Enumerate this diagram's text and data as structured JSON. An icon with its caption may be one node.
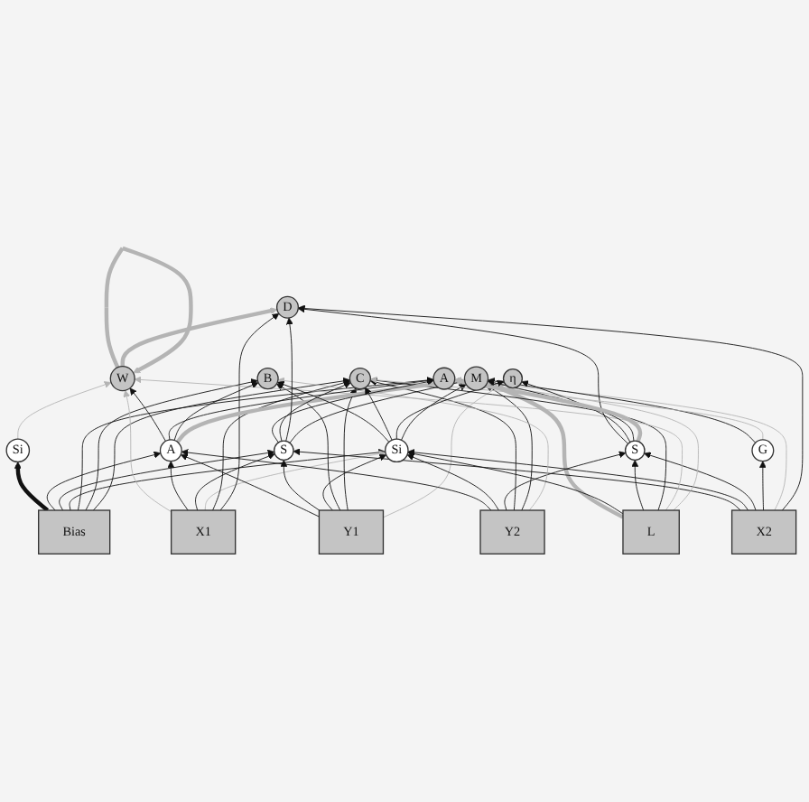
{
  "diagram": {
    "nodes": [
      {
        "text": [
          "W"
        ]
      },
      {
        "text": [
          "A"
        ]
      },
      {
        "text": [
          "B"
        ]
      },
      {
        "text": [
          "C"
        ]
      },
      {
        "text": [
          "D"
        ]
      },
      {
        "text": [
          "η"
        ]
      },
      {
        "text": [
          "M"
        ]
      },
      {
        "text": [
          "Si"
        ]
      },
      {
        "text": [
          "A"
        ]
      },
      {
        "text": [
          "S"
        ]
      },
      {
        "text": [
          "Si"
        ]
      },
      {
        "text": [
          "S"
        ]
      },
      {
        "text": [
          "G"
        ]
      },
      {
        "text": [
          "Bias"
        ]
      },
      {
        "text": [
          "X1"
        ]
      },
      {
        "text": [
          "Y1"
        ]
      },
      {
        "text": [
          "X2"
        ]
      },
      {
        "text": [
          "Y2"
        ]
      },
      {
        "text": [
          "L"
        ]
      }
    ],
    "edges": [
      {
        "from": 0,
        "to": 0,
        "arrow": "to",
        "style": "thick",
        "color": "#b4b4b4"
      },
      {
        "from": 0,
        "to": 4,
        "arrow": "to",
        "style": "thick",
        "color": "#b4b4b4"
      },
      {
        "from": 13,
        "to": 7,
        "arrow": "to",
        "style": "thick"
      },
      {
        "from": 7,
        "to": 0,
        "arrow": "to",
        "color": "#b4b4b4"
      },
      {
        "from": 18,
        "to": 6,
        "arrow": "to",
        "style": "thick",
        "color": "#b4b4b4"
      },
      {
        "from": 13,
        "to": 8,
        "arrow": "to"
      },
      {
        "from": 13,
        "to": 9,
        "arrow": "to"
      },
      {
        "from": 13,
        "to": 10,
        "arrow": "to"
      },
      {
        "from": 13,
        "to": 1,
        "arrow": "to"
      },
      {
        "from": 13,
        "to": 2,
        "arrow": "to"
      },
      {
        "from": 13,
        "to": 3,
        "arrow": "to"
      },
      {
        "from": 14,
        "to": 0,
        "arrow": "to",
        "color": "#b4b4b4"
      },
      {
        "from": 14,
        "to": 8,
        "arrow": "to"
      },
      {
        "from": 14,
        "to": 9,
        "arrow": "to"
      },
      {
        "from": 14,
        "to": 10,
        "arrow": "to",
        "color": "#b4b4b4"
      },
      {
        "from": 14,
        "to": 3,
        "arrow": "to"
      },
      {
        "from": 14,
        "to": 4,
        "arrow": "to"
      },
      {
        "from": 15,
        "to": 8,
        "arrow": "to"
      },
      {
        "from": 15,
        "to": 9,
        "arrow": "to"
      },
      {
        "from": 15,
        "to": 10,
        "arrow": "to"
      },
      {
        "from": 15,
        "to": 2,
        "arrow": "to"
      },
      {
        "from": 15,
        "to": 3,
        "arrow": "to"
      },
      {
        "from": 15,
        "to": 5,
        "arrow": "to",
        "color": "#b4b4b4"
      },
      {
        "from": 16,
        "to": 9,
        "arrow": "to"
      },
      {
        "from": 16,
        "to": 10,
        "arrow": "to"
      },
      {
        "from": 16,
        "to": 11,
        "arrow": "to"
      },
      {
        "from": 16,
        "to": 12,
        "arrow": "to"
      },
      {
        "from": 16,
        "to": 1,
        "arrow": "to",
        "color": "#b4b4b4"
      },
      {
        "from": 16,
        "to": 4,
        "arrow": "to"
      },
      {
        "from": 17,
        "to": 8,
        "arrow": "to"
      },
      {
        "from": 17,
        "to": 10,
        "arrow": "to"
      },
      {
        "from": 17,
        "to": 11,
        "arrow": "to"
      },
      {
        "from": 17,
        "to": 3,
        "arrow": "to"
      },
      {
        "from": 17,
        "to": 6,
        "arrow": "to"
      },
      {
        "from": 17,
        "to": 2,
        "arrow": "to",
        "color": "#b4b4b4"
      },
      {
        "from": 18,
        "to": 10,
        "arrow": "to"
      },
      {
        "from": 18,
        "to": 11,
        "arrow": "to"
      },
      {
        "from": 18,
        "to": 3,
        "arrow": "to"
      },
      {
        "from": 18,
        "to": 0,
        "arrow": "to",
        "color": "#b4b4b4"
      },
      {
        "from": 18,
        "to": 1,
        "arrow": "to",
        "color": "#b4b4b4"
      },
      {
        "from": 8,
        "to": 0,
        "arrow": "to"
      },
      {
        "from": 8,
        "to": 1,
        "arrow": "to"
      },
      {
        "from": 8,
        "to": 2,
        "arrow": "to"
      },
      {
        "from": 8,
        "to": 6,
        "arrow": "to",
        "style": "thick",
        "color": "#b4b4b4"
      },
      {
        "from": 9,
        "to": 1,
        "arrow": "to"
      },
      {
        "from": 9,
        "to": 3,
        "arrow": "to"
      },
      {
        "from": 9,
        "to": 4,
        "arrow": "to"
      },
      {
        "from": 9,
        "to": 6,
        "arrow": "to"
      },
      {
        "from": 10,
        "to": 2,
        "arrow": "to"
      },
      {
        "from": 10,
        "to": 3,
        "arrow": "to"
      },
      {
        "from": 10,
        "to": 5,
        "arrow": "to"
      },
      {
        "from": 10,
        "to": 6,
        "arrow": "to"
      },
      {
        "from": 11,
        "to": 4,
        "arrow": "to"
      },
      {
        "from": 11,
        "to": 5,
        "arrow": "to"
      },
      {
        "from": 11,
        "to": 6,
        "arrow": "to"
      },
      {
        "from": 11,
        "to": 1,
        "arrow": "to",
        "style": "thick",
        "color": "#b4b4b4"
      },
      {
        "from": 12,
        "to": 6,
        "arrow": "to"
      },
      {
        "from": 12,
        "to": 3,
        "arrow": "to",
        "color": "#b4b4b4"
      }
    ]
  }
}
